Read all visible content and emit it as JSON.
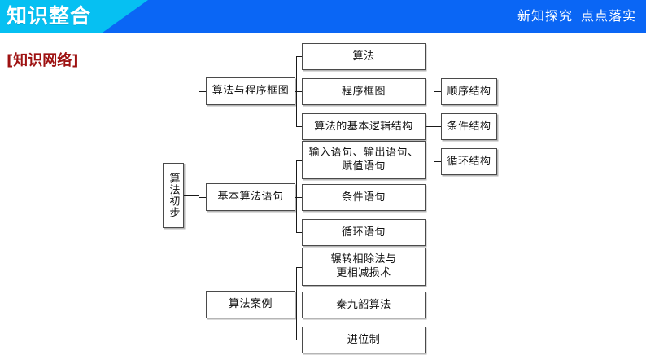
{
  "header": {
    "title": "知识整合",
    "right_text_1": "新知探究",
    "right_text_2": "点点落实",
    "cyan": "#06c0f2",
    "blue": "#0a66f5"
  },
  "section": {
    "label": "[知识网络]",
    "color": "#9e1212"
  },
  "diagram": {
    "root": "算法初步",
    "branches": [
      {
        "label": "算法与程序框图",
        "children": [
          {
            "label": "算法",
            "grandchildren": []
          },
          {
            "label": "程序框图",
            "grandchildren": []
          },
          {
            "label": "算法的基本逻辑结构",
            "grandchildren": [
              "顺序结构",
              "条件结构",
              "循环结构"
            ]
          }
        ]
      },
      {
        "label": "基本算法语句",
        "children": [
          {
            "label_line1": "输入语句、输出语句、",
            "label_line2": "赋值语句",
            "grandchildren": []
          },
          {
            "label": "条件语句",
            "grandchildren": []
          },
          {
            "label": "循环语句",
            "grandchildren": []
          }
        ]
      },
      {
        "label": "算法案例",
        "children": [
          {
            "label_line1": "辗转相除法与",
            "label_line2": "更相减损术",
            "grandchildren": []
          },
          {
            "label": "秦九韶算法",
            "grandchildren": []
          },
          {
            "label": "进位制",
            "grandchildren": []
          }
        ]
      }
    ]
  }
}
